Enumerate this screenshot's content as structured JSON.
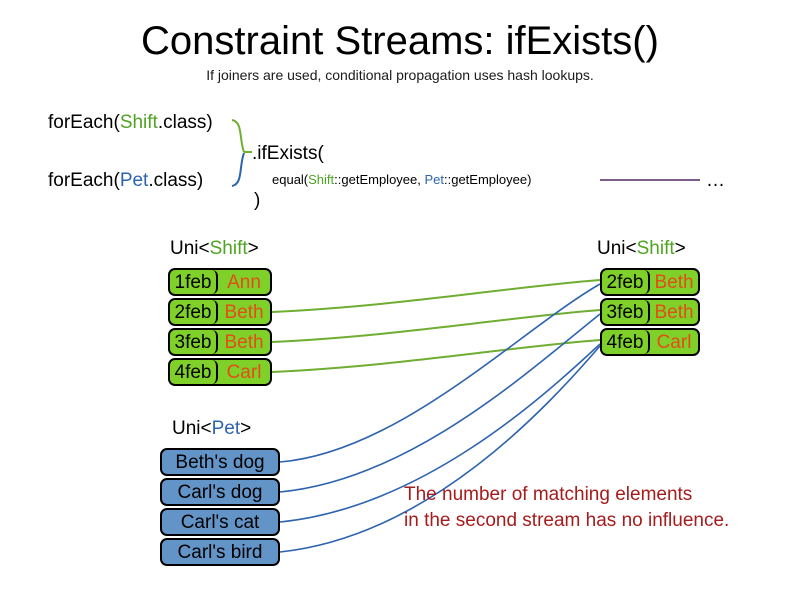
{
  "slide": {
    "title": "Constraint Streams: ifExists()",
    "subtitle": "If joiners are used, conditional propagation uses hash lookups."
  },
  "colors": {
    "green_fact": "#80D02A",
    "blue_fact": "#6394C8",
    "name_text": "#E34D18",
    "shift_keyword": "#4FA423",
    "pet_keyword": "#2E63AE",
    "note_text": "#A61C1C",
    "green_wire": "#6FAE33",
    "blue_wire": "#2E63AE",
    "purple_wire": "#7B5C8C"
  },
  "code": {
    "foreach_prefix": "forEach(",
    "shift_type": "Shift",
    "pet_type": "Pet",
    "class_suffix": ".class)",
    "if_exists": ".ifExists(",
    "equal_prefix": "equal(",
    "equal_shift_ref": "Shift",
    "equal_middle": "::getEmployee, ",
    "equal_pet_ref": "Pet",
    "equal_suffix": "::getEmployee)",
    "ellipsis": "…",
    "close_paren": ")"
  },
  "streams": {
    "left_shift": {
      "label_prefix": "Uni<",
      "label_type": "Shift",
      "label_suffix": ">",
      "rows": [
        {
          "date": "1feb",
          "name": "Ann"
        },
        {
          "date": "2feb",
          "name": "Beth"
        },
        {
          "date": "3feb",
          "name": "Beth"
        },
        {
          "date": "4feb",
          "name": "Carl"
        }
      ]
    },
    "right_shift": {
      "label_prefix": "Uni<",
      "label_type": "Shift",
      "label_suffix": ">",
      "rows": [
        {
          "date": "2feb",
          "name": "Beth"
        },
        {
          "date": "3feb",
          "name": "Beth"
        },
        {
          "date": "4feb",
          "name": "Carl"
        }
      ]
    },
    "pet": {
      "label_prefix": "Uni<",
      "label_type": "Pet",
      "label_suffix": ">",
      "rows": [
        {
          "name": "Beth's dog"
        },
        {
          "name": "Carl's dog"
        },
        {
          "name": "Carl's cat"
        },
        {
          "name": "Carl's bird"
        }
      ]
    }
  },
  "note": {
    "line1": "The number of matching elements",
    "line2": "in the second stream has no influence."
  }
}
